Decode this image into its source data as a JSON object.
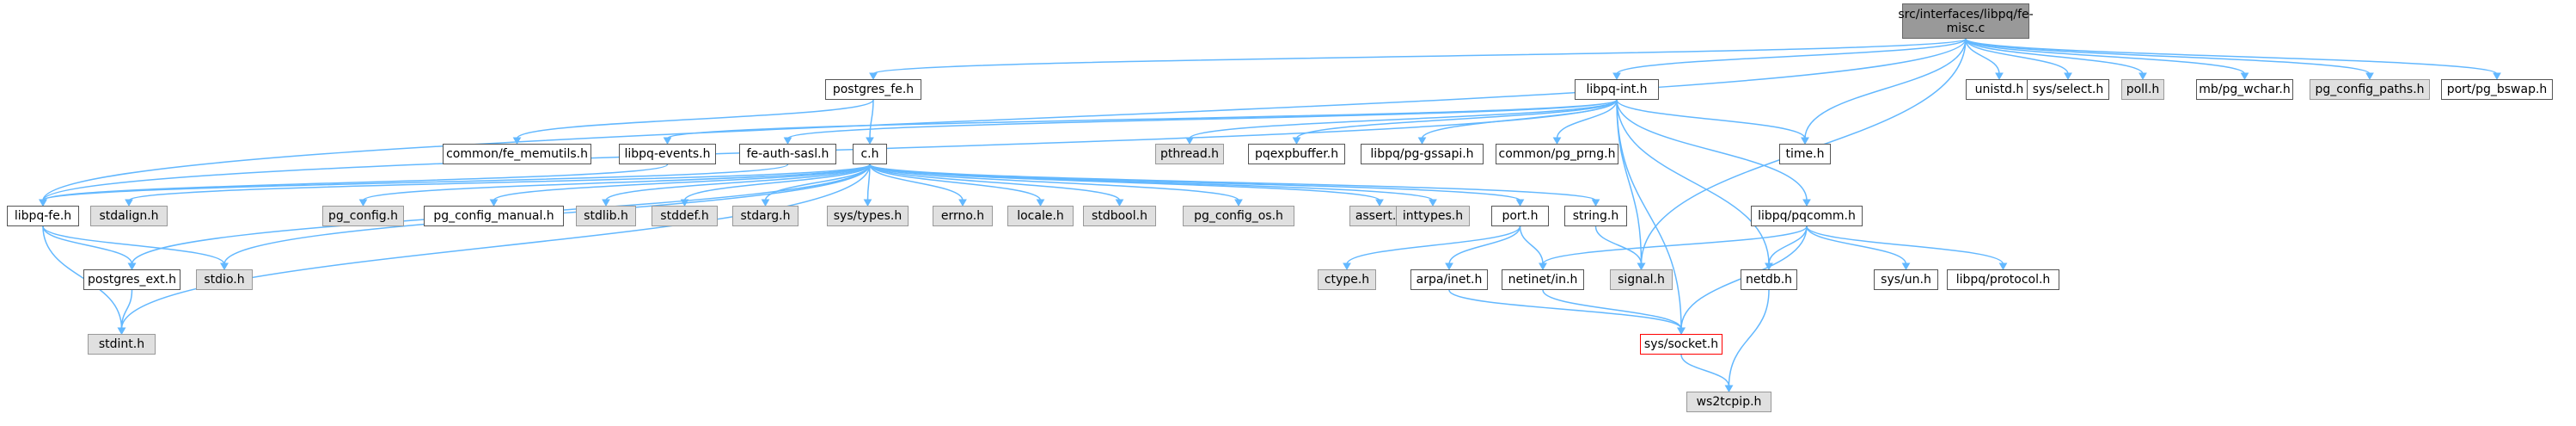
{
  "graph": {
    "colors": {
      "edge": "#63b8ff",
      "root_fill": "#999999",
      "system_fill": "#e0e0e0",
      "missing_border": "#ff0000"
    },
    "nodes": [
      {
        "id": "fe-misc",
        "label": "src/interfaces/libpq/fe-misc.c",
        "kind": "root"
      },
      {
        "id": "postgres_fe",
        "label": "postgres_fe.h",
        "kind": "project"
      },
      {
        "id": "libpq-int",
        "label": "libpq-int.h",
        "kind": "project"
      },
      {
        "id": "unistd",
        "label": "unistd.h",
        "kind": "project"
      },
      {
        "id": "sys-select",
        "label": "sys/select.h",
        "kind": "project"
      },
      {
        "id": "poll",
        "label": "poll.h",
        "kind": "system"
      },
      {
        "id": "mb-pg_wchar",
        "label": "mb/pg_wchar.h",
        "kind": "project"
      },
      {
        "id": "pg_config_paths",
        "label": "pg_config_paths.h",
        "kind": "system"
      },
      {
        "id": "port-pg_bswap",
        "label": "port/pg_bswap.h",
        "kind": "project"
      },
      {
        "id": "common-fe_memutils",
        "label": "common/fe_memutils.h",
        "kind": "project"
      },
      {
        "id": "libpq-events",
        "label": "libpq-events.h",
        "kind": "project"
      },
      {
        "id": "fe-auth-sasl",
        "label": "fe-auth-sasl.h",
        "kind": "project"
      },
      {
        "id": "c",
        "label": "c.h",
        "kind": "project"
      },
      {
        "id": "pthread",
        "label": "pthread.h",
        "kind": "system"
      },
      {
        "id": "pqexpbuffer",
        "label": "pqexpbuffer.h",
        "kind": "project"
      },
      {
        "id": "libpq-pg-gssapi",
        "label": "libpq/pg-gssapi.h",
        "kind": "project"
      },
      {
        "id": "common-pg_prng",
        "label": "common/pg_prng.h",
        "kind": "project"
      },
      {
        "id": "time",
        "label": "time.h",
        "kind": "project"
      },
      {
        "id": "libpq-fe",
        "label": "libpq-fe.h",
        "kind": "project"
      },
      {
        "id": "stdalign",
        "label": "stdalign.h",
        "kind": "system"
      },
      {
        "id": "pg_config",
        "label": "pg_config.h",
        "kind": "system"
      },
      {
        "id": "pg_config_manual",
        "label": "pg_config_manual.h",
        "kind": "project"
      },
      {
        "id": "stdlib",
        "label": "stdlib.h",
        "kind": "system"
      },
      {
        "id": "stddef",
        "label": "stddef.h",
        "kind": "system"
      },
      {
        "id": "stdarg",
        "label": "stdarg.h",
        "kind": "system"
      },
      {
        "id": "sys-types",
        "label": "sys/types.h",
        "kind": "system"
      },
      {
        "id": "errno",
        "label": "errno.h",
        "kind": "system"
      },
      {
        "id": "locale",
        "label": "locale.h",
        "kind": "system"
      },
      {
        "id": "stdbool",
        "label": "stdbool.h",
        "kind": "system"
      },
      {
        "id": "pg_config_os",
        "label": "pg_config_os.h",
        "kind": "system"
      },
      {
        "id": "assert",
        "label": "assert.h",
        "kind": "system"
      },
      {
        "id": "inttypes",
        "label": "inttypes.h",
        "kind": "system"
      },
      {
        "id": "port",
        "label": "port.h",
        "kind": "project"
      },
      {
        "id": "string",
        "label": "string.h",
        "kind": "project"
      },
      {
        "id": "libpq-pqcomm",
        "label": "libpq/pqcomm.h",
        "kind": "project"
      },
      {
        "id": "postgres_ext",
        "label": "postgres_ext.h",
        "kind": "project"
      },
      {
        "id": "stdio",
        "label": "stdio.h",
        "kind": "system"
      },
      {
        "id": "stdint",
        "label": "stdint.h",
        "kind": "system"
      },
      {
        "id": "ctype",
        "label": "ctype.h",
        "kind": "system"
      },
      {
        "id": "arpa-inet",
        "label": "arpa/inet.h",
        "kind": "project"
      },
      {
        "id": "netinet-in",
        "label": "netinet/in.h",
        "kind": "project"
      },
      {
        "id": "signal",
        "label": "signal.h",
        "kind": "system"
      },
      {
        "id": "netdb",
        "label": "netdb.h",
        "kind": "project"
      },
      {
        "id": "sys-un",
        "label": "sys/un.h",
        "kind": "project"
      },
      {
        "id": "libpq-protocol",
        "label": "libpq/protocol.h",
        "kind": "project"
      },
      {
        "id": "sys-socket",
        "label": "sys/socket.h",
        "kind": "missing"
      },
      {
        "id": "ws2tcpip",
        "label": "ws2tcpip.h",
        "kind": "system"
      }
    ],
    "edges": [
      [
        "fe-misc",
        "postgres_fe"
      ],
      [
        "fe-misc",
        "libpq-int"
      ],
      [
        "fe-misc",
        "unistd"
      ],
      [
        "fe-misc",
        "sys-select"
      ],
      [
        "fe-misc",
        "poll"
      ],
      [
        "fe-misc",
        "mb-pg_wchar"
      ],
      [
        "fe-misc",
        "pg_config_paths"
      ],
      [
        "fe-misc",
        "port-pg_bswap"
      ],
      [
        "fe-misc",
        "time"
      ],
      [
        "fe-misc",
        "signal"
      ],
      [
        "fe-misc",
        "libpq-fe"
      ],
      [
        "postgres_fe",
        "c"
      ],
      [
        "postgres_fe",
        "common-fe_memutils"
      ],
      [
        "libpq-int",
        "libpq-events"
      ],
      [
        "libpq-int",
        "fe-auth-sasl"
      ],
      [
        "libpq-int",
        "pthread"
      ],
      [
        "libpq-int",
        "pqexpbuffer"
      ],
      [
        "libpq-int",
        "libpq-pg-gssapi"
      ],
      [
        "libpq-int",
        "common-pg_prng"
      ],
      [
        "libpq-int",
        "time"
      ],
      [
        "libpq-int",
        "libpq-pqcomm"
      ],
      [
        "libpq-int",
        "netdb"
      ],
      [
        "libpq-int",
        "signal"
      ],
      [
        "libpq-int",
        "sys-socket"
      ],
      [
        "libpq-int",
        "libpq-fe"
      ],
      [
        "libpq-events",
        "libpq-fe"
      ],
      [
        "fe-auth-sasl",
        "libpq-fe"
      ],
      [
        "c",
        "stdalign"
      ],
      [
        "c",
        "pg_config"
      ],
      [
        "c",
        "pg_config_manual"
      ],
      [
        "c",
        "stdlib"
      ],
      [
        "c",
        "stddef"
      ],
      [
        "c",
        "stdarg"
      ],
      [
        "c",
        "sys-types"
      ],
      [
        "c",
        "errno"
      ],
      [
        "c",
        "locale"
      ],
      [
        "c",
        "stdbool"
      ],
      [
        "c",
        "pg_config_os"
      ],
      [
        "c",
        "assert"
      ],
      [
        "c",
        "inttypes"
      ],
      [
        "c",
        "port"
      ],
      [
        "c",
        "string"
      ],
      [
        "c",
        "stdio"
      ],
      [
        "c",
        "stdint"
      ],
      [
        "c",
        "postgres_ext"
      ],
      [
        "libpq-fe",
        "postgres_ext"
      ],
      [
        "libpq-fe",
        "stdio"
      ],
      [
        "libpq-fe",
        "stdint"
      ],
      [
        "postgres_ext",
        "stdint"
      ],
      [
        "port",
        "ctype"
      ],
      [
        "port",
        "arpa-inet"
      ],
      [
        "port",
        "netinet-in"
      ],
      [
        "string",
        "signal"
      ],
      [
        "arpa-inet",
        "sys-socket"
      ],
      [
        "netinet-in",
        "sys-socket"
      ],
      [
        "libpq-pqcomm",
        "netinet-in"
      ],
      [
        "libpq-pqcomm",
        "netdb"
      ],
      [
        "libpq-pqcomm",
        "sys-un"
      ],
      [
        "libpq-pqcomm",
        "libpq-protocol"
      ],
      [
        "libpq-pqcomm",
        "sys-socket"
      ],
      [
        "netdb",
        "ws2tcpip"
      ],
      [
        "sys-socket",
        "ws2tcpip"
      ]
    ]
  }
}
